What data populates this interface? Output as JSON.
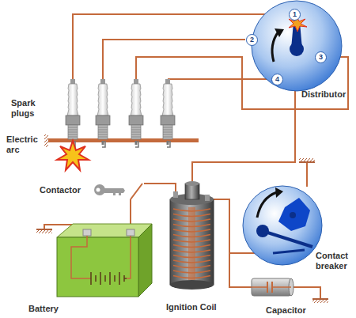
{
  "diagram": {
    "nodes": [
      {
        "text": [
          "1"
        ]
      },
      {
        "text": [
          "2"
        ]
      },
      {
        "text": [
          "3"
        ]
      },
      {
        "text": [
          "4"
        ]
      }
    ],
    "labels": [
      "Spark plugs",
      "Electric arc",
      "Contactor",
      "Battery",
      "Ignition Coil",
      "Capacitor",
      "Distributor",
      "Contact breaker"
    ]
  }
}
